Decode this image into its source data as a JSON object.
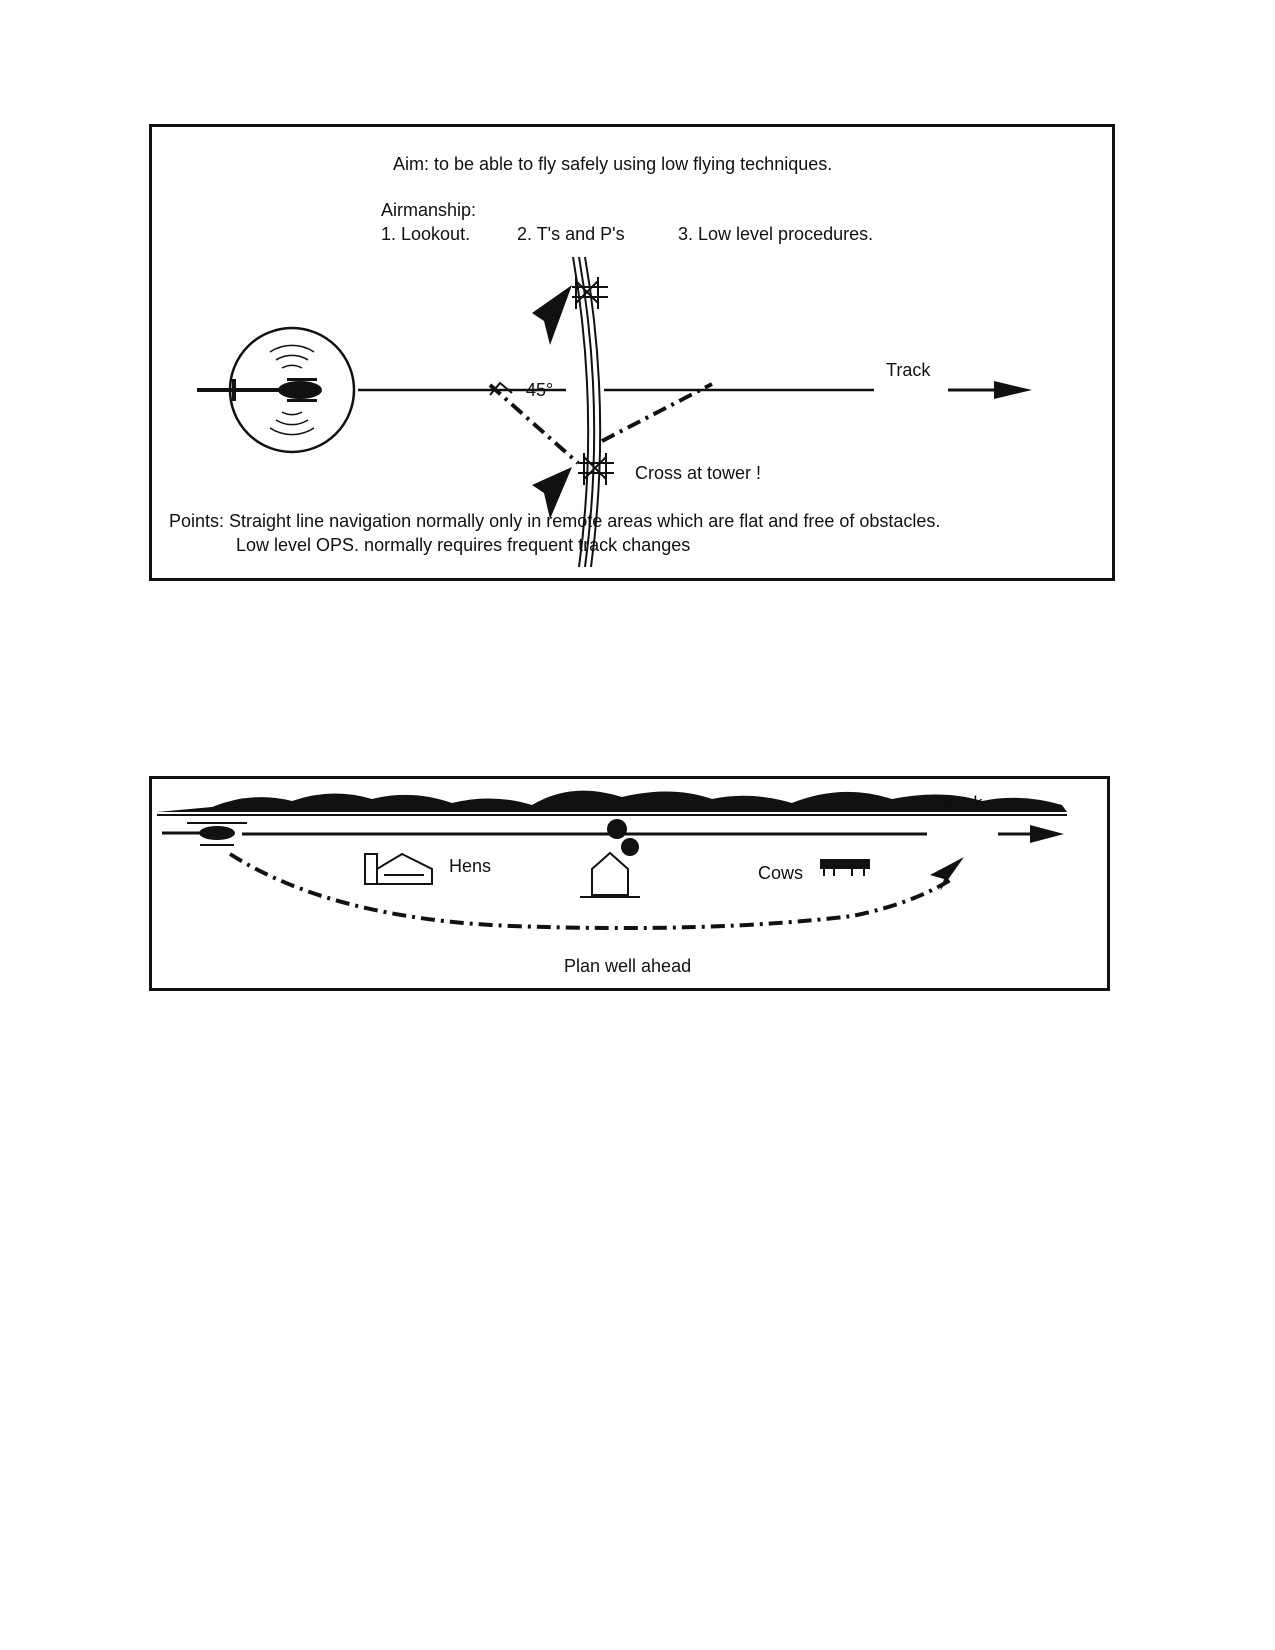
{
  "panel_low_flying": {
    "aim": "Aim: to be able to fly safely using low flying techniques.",
    "airmanship_heading": "Airmanship:",
    "airmanship_items": [
      "1. Lookout.",
      "2. T's and P's",
      "3. Low level procedures."
    ],
    "track_label": "Track",
    "angle_label": "45°",
    "cross_label": "Cross at tower !",
    "points_line1": "Points: Straight line navigation normally only in remote areas which are flat and free of obstacles.",
    "points_line2": "Low  level OPS. normally requires frequent track changes"
  },
  "panel_plan_ahead": {
    "track_label": "Track",
    "hens_label": "Hens",
    "cows_label": "Cows",
    "caption": "Plan well ahead"
  }
}
